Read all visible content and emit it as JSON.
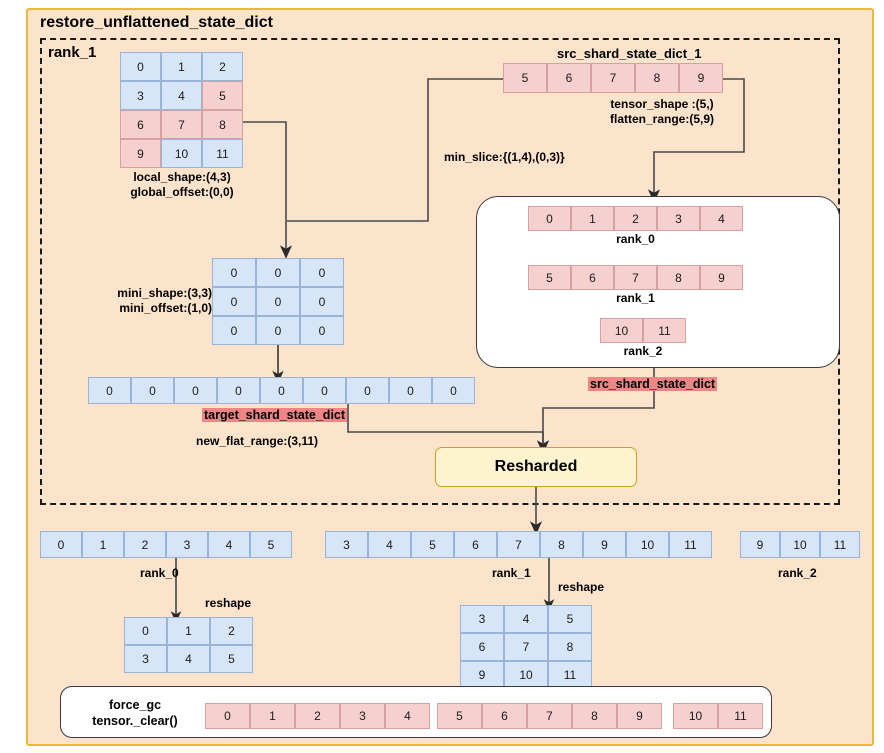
{
  "diagram": {
    "title": "restore_unflattened_state_dict",
    "region_label": "rank_1",
    "resharded_label": "Resharded"
  },
  "local_tensor": {
    "rows": [
      [
        "0",
        "1",
        "2"
      ],
      [
        "3",
        "4",
        "5"
      ],
      [
        "6",
        "7",
        "8"
      ],
      [
        "9",
        "10",
        "11"
      ]
    ],
    "pink_cells": [
      [
        1,
        2
      ],
      [
        2,
        0
      ],
      [
        2,
        1
      ],
      [
        2,
        2
      ],
      [
        3,
        0
      ]
    ],
    "caption": "local_shape:(4,3)\nglobal_offset:(0,0)"
  },
  "src_shard_state_dict_1": {
    "title": "src_shard_state_dict_1",
    "values": [
      "5",
      "6",
      "7",
      "8",
      "9"
    ],
    "caption": "tensor_shape :(5,)\nflatten_range:(5,9)"
  },
  "min_slice_label": "min_slice:{(1,4),(0,3)}",
  "mini_tensor": {
    "rows": [
      [
        "0",
        "0",
        "0"
      ],
      [
        "0",
        "0",
        "0"
      ],
      [
        "0",
        "0",
        "0"
      ]
    ],
    "caption": "mini_shape:(3,3)\nmini_offset:(1,0)"
  },
  "target_shard": {
    "values": [
      "0",
      "0",
      "0",
      "0",
      "0",
      "0",
      "0",
      "0",
      "0"
    ],
    "badge": "target_shard_state_dict",
    "caption": "new_flat_range:(3,11)"
  },
  "src_shard_state_dict": {
    "badge": "src_shard_state_dict",
    "ranks": [
      {
        "label": "rank_0",
        "values": [
          "0",
          "1",
          "2",
          "3",
          "4"
        ]
      },
      {
        "label": "rank_1",
        "values": [
          "5",
          "6",
          "7",
          "8",
          "9"
        ]
      },
      {
        "label": "rank_2",
        "values": [
          "10",
          "11"
        ]
      }
    ]
  },
  "output_ranks": [
    {
      "label": "rank_0",
      "values": [
        "0",
        "1",
        "2",
        "3",
        "4",
        "5"
      ],
      "reshape_label": "reshape",
      "reshaped_rows": [
        [
          "0",
          "1",
          "2"
        ],
        [
          "3",
          "4",
          "5"
        ]
      ]
    },
    {
      "label": "rank_1",
      "values": [
        "3",
        "4",
        "5",
        "6",
        "7",
        "8",
        "9",
        "10",
        "11"
      ],
      "reshape_label": "reshape",
      "reshaped_rows": [
        [
          "3",
          "4",
          "5"
        ],
        [
          "6",
          "7",
          "8"
        ],
        [
          "9",
          "10",
          "11"
        ]
      ]
    },
    {
      "label": "rank_2",
      "values": [
        "9",
        "10",
        "11"
      ],
      "reshape_label": "",
      "reshaped_rows": []
    }
  ],
  "force_gc": {
    "label": "force_gc\ntensor._clear()",
    "groups": [
      [
        "0",
        "1",
        "2",
        "3",
        "4"
      ],
      [
        "5",
        "6",
        "7",
        "8",
        "9"
      ],
      [
        "10",
        "11"
      ]
    ]
  },
  "colors": {
    "page_bg": "#fce3cb",
    "frame_border": "#e8b93b",
    "blue_cell": "#d6e6f8",
    "blue_border": "#9ab4d8",
    "pink_cell": "#f6cfcf",
    "pink_border": "#d8a0a0",
    "badge_bg": "#ef8585",
    "resharded_bg": "#fdf3cf",
    "wire": "#3a3a3a"
  }
}
